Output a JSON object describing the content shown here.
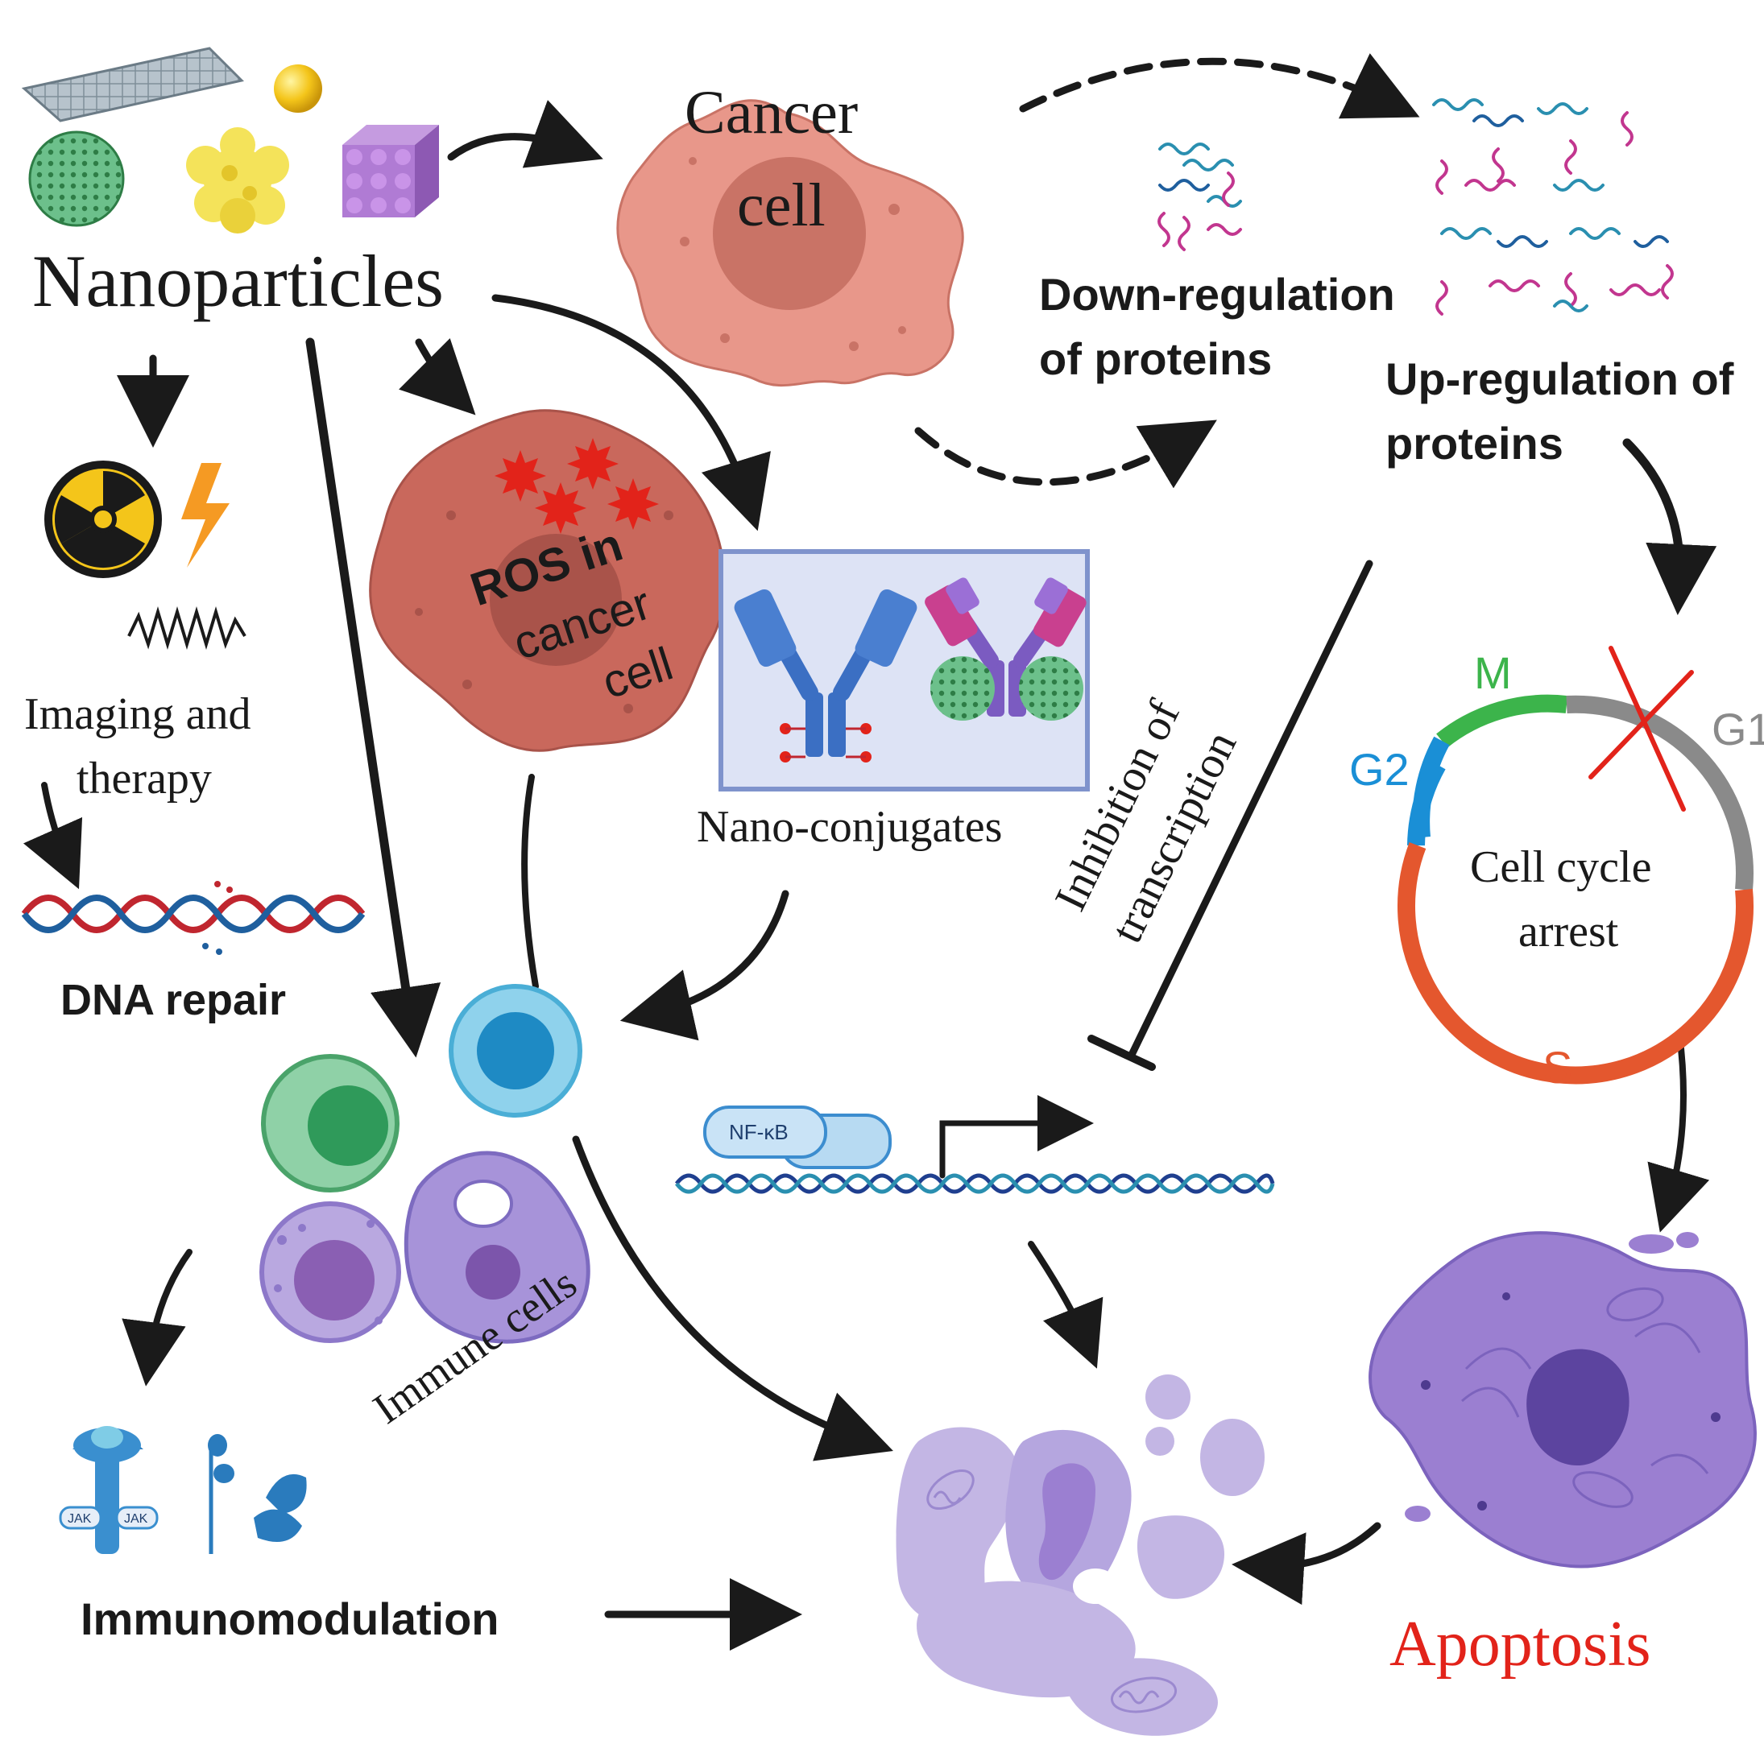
{
  "labels": {
    "nanoparticles": "Nanoparticles",
    "cancer_cell_line1": "Cancer",
    "cancer_cell_line2": "cell",
    "down_regulation_line1": "Down-regulation",
    "down_regulation_line2": "of proteins",
    "up_regulation_line1": "Up-regulation of",
    "up_regulation_line2": "proteins",
    "ros_line1": "ROS in",
    "ros_line2": "cancer",
    "ros_line3": "cell",
    "imaging_line1": "Imaging and",
    "imaging_line2": "therapy",
    "dna_repair": "DNA repair",
    "nano_conjugates": "Nano-conjugates",
    "inhibition_line1": "Inhibition of",
    "inhibition_line2": "transcription",
    "cell_cycle_line1": "Cell cycle",
    "cell_cycle_line2": "arrest",
    "phase_m": "M",
    "phase_g2": "G2",
    "phase_g1": "G1",
    "phase_s": "S",
    "nfkb": "NF-κB",
    "immune_cells": "Immune cells",
    "jak_left": "JAK",
    "jak_right": "JAK",
    "immunomodulation": "Immunomodulation",
    "apoptosis": "Apoptosis"
  },
  "colors": {
    "text": "#1a1a1a",
    "arrow": "#1a1a1a",
    "cancer_cell": "#e8978a",
    "ros_cell": "#c9685c",
    "phase_m": "#3cb44b",
    "phase_g2": "#1a8fd6",
    "phase_g1": "#8a8a8a",
    "phase_s": "#e4572e",
    "arrest_cross": "#e2231a",
    "apoptosis_text": "#e2231a",
    "apoptotic_cell": "#9b7fd1",
    "immune_blue": "#6fc3e4",
    "immune_green": "#6cc08b",
    "immune_purple": "#a48fd6",
    "protein_teal": "#2a8fb0",
    "protein_magenta": "#c2368f"
  },
  "icons": [
    "graphene-sheet-icon",
    "gold-nanoparticle-icon",
    "dotted-sphere-icon",
    "dendrimer-icon",
    "cube-lattice-icon",
    "radiation-icon",
    "lightning-icon",
    "wave-icon",
    "dna-helix-icon",
    "antibody-icon",
    "jak-receptor-icon",
    "mitochondria-icon"
  ]
}
